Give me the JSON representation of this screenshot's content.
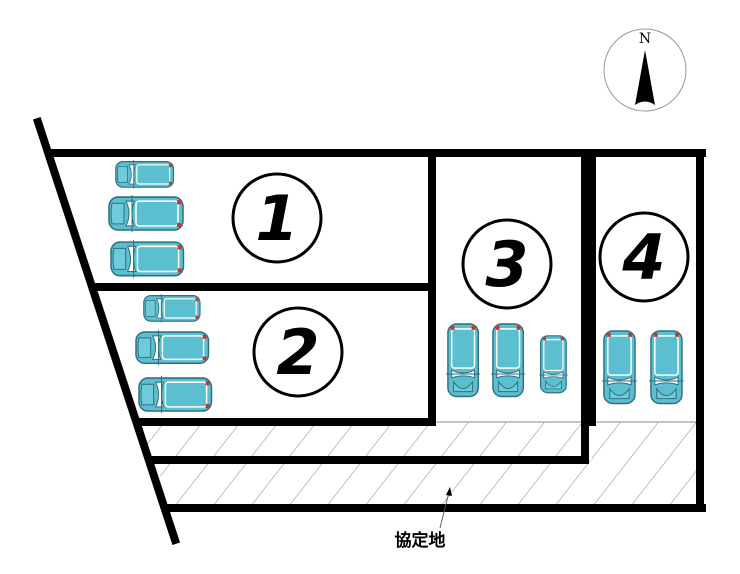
{
  "compass": {
    "label": "N"
  },
  "lots": [
    {
      "number": "1",
      "cars": 3
    },
    {
      "number": "2",
      "cars": 3
    },
    {
      "number": "3",
      "cars": 3
    },
    {
      "number": "4",
      "cars": 2
    }
  ],
  "agreement_land": {
    "label": "協定地"
  },
  "colors": {
    "car_body": "#5bbfcf",
    "car_outline": "#2f6f80",
    "wall": "#000000",
    "hatch": "#555555"
  }
}
